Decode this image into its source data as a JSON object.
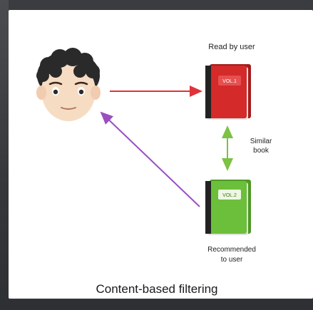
{
  "diagram": {
    "labels": {
      "read_by_user": "Read by user",
      "similar_book": "Similar\nbook",
      "recommended": "Recommended\nto user",
      "caption": "Content-based filtering"
    },
    "books": {
      "read": {
        "cover_label": "VOL.1",
        "color": "#d42a2a"
      },
      "recommended": {
        "cover_label": "VOL.2",
        "color": "#6cbf3a"
      }
    },
    "arrows": {
      "user_to_read": {
        "color": "#e0323a"
      },
      "similar": {
        "color": "#7cc243"
      },
      "rec_to_user": {
        "color": "#9a4fbf"
      }
    }
  }
}
